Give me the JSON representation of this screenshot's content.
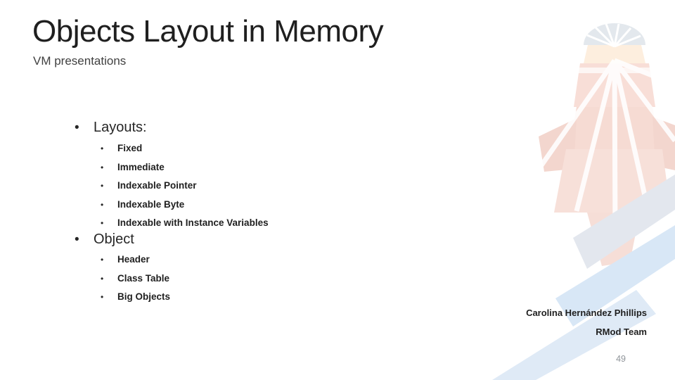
{
  "slide": {
    "title": "Objects Layout in Memory",
    "subtitle": "VM presentations",
    "bullets": [
      {
        "label": "Layouts:",
        "items": [
          "Fixed",
          "Immediate",
          "Indexable Pointer",
          "Indexable Byte",
          "Indexable with Instance Variables"
        ]
      },
      {
        "label": "Object",
        "items": [
          "Header",
          "Class Table",
          "Big Objects"
        ]
      }
    ],
    "bullet_glyphs": {
      "level1": "•",
      "level2": "•"
    },
    "credits": {
      "author": "Carolina Hernández Phillips",
      "team": "RMod Team"
    },
    "page_number": "49",
    "watermark": "pharo-lighthouse-logo-faded"
  },
  "colors": {
    "background": "#ffffff",
    "title_text": "#1f1f1f",
    "subtitle_text": "#414141",
    "bullet_text": "#262626",
    "sub_bullet_text": "#1f1f1f",
    "page_number_text": "#8f9499",
    "watermark_dome": "#e3e8ed",
    "watermark_peach": "#fdeede",
    "watermark_pink": "#f6dbd3",
    "watermark_wave_gray_blue": "#e3e7ee",
    "watermark_wave_blue": "#d8e7f6",
    "watermark_wave_pale_blue": "#dfeaf6"
  }
}
